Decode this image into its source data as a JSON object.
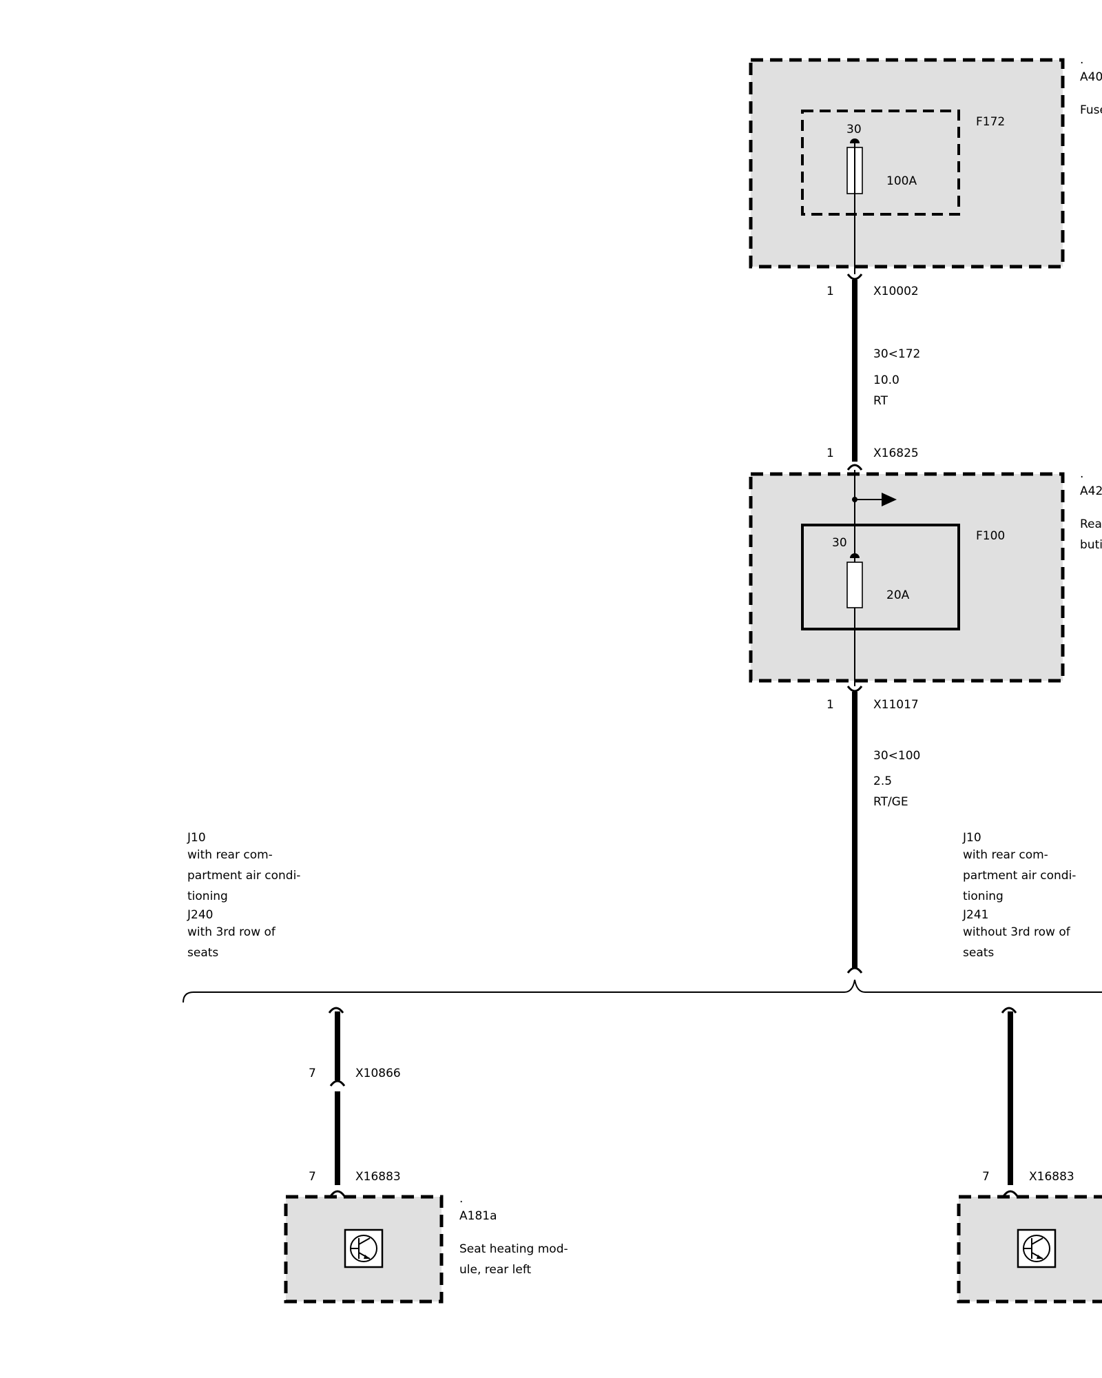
{
  "fuse_box_a40": {
    "dot": ".",
    "id": "A40",
    "desc": "Fuse",
    "fuse_id": "F172",
    "terminal": "30",
    "rating": "100A"
  },
  "connector_x10002": {
    "pin": "1",
    "id": "X10002"
  },
  "wire_1": {
    "signal": "30<172",
    "gauge": "10.0",
    "color_code": "RT"
  },
  "connector_x16825": {
    "pin": "1",
    "id": "X16825"
  },
  "fuse_box_a42": {
    "dot": ".",
    "id": "A42",
    "desc_line1": "Rea",
    "desc_line2": "buti",
    "fuse_id": "F100",
    "terminal": "30",
    "rating": "20A"
  },
  "connector_x11017": {
    "pin": "1",
    "id": "X11017"
  },
  "wire_2": {
    "signal": "30<100",
    "gauge": "2.5",
    "color_code": "RT/GE"
  },
  "variant_left": {
    "lines": [
      "J10",
      "with rear com-",
      "partment air condi-",
      "tioning",
      "J240",
      "with 3rd row of",
      "seats"
    ]
  },
  "variant_right": {
    "lines": [
      "J10",
      "with rear com-",
      "partment air condi-",
      "tioning",
      "J241",
      "without 3rd row of",
      "seats"
    ]
  },
  "connector_x10866": {
    "pin": "7",
    "id": "X10866"
  },
  "connector_x16883_left": {
    "pin": "7",
    "id": "X16883"
  },
  "connector_x16883_right": {
    "pin": "7",
    "id": "X16883"
  },
  "module_a181a": {
    "dot": ".",
    "id": "A181a",
    "desc_line1": "Seat heating mod-",
    "desc_line2": "ule, rear left"
  }
}
